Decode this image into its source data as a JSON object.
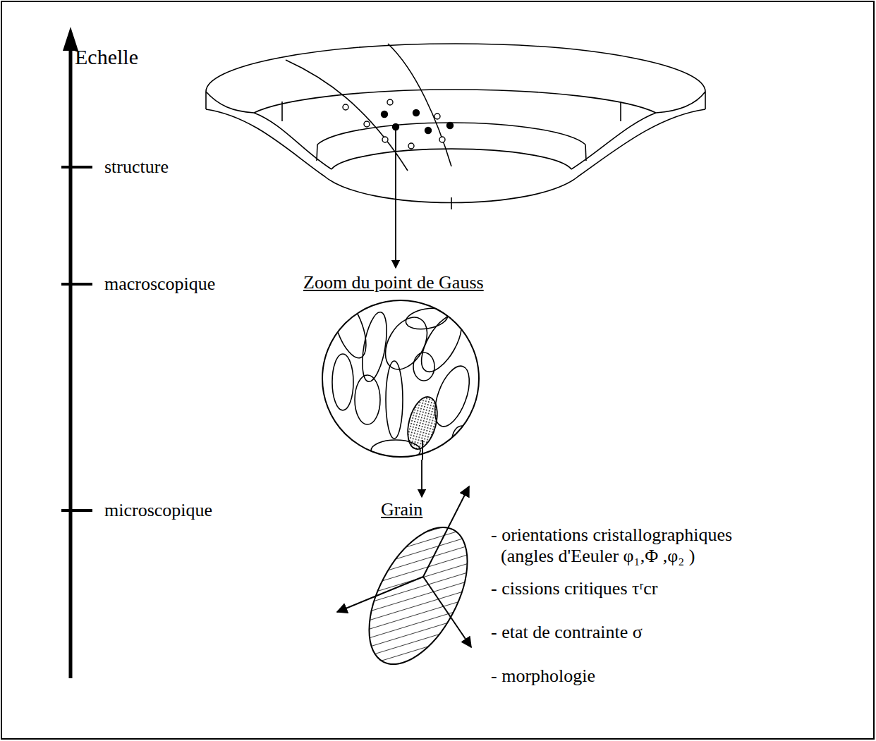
{
  "diagram": {
    "nodes": [
      {
        "text": [
          "Zoom du point de Gauss"
        ]
      },
      {
        "text": [
          "Grain"
        ]
      }
    ],
    "edges": [
      {
        "from": 0,
        "to": 1,
        "arrow": "to"
      }
    ],
    "labels": [
      "Echelle",
      "structure",
      "macroscopique",
      "microscopique",
      "- orientations cristallographiques (angles d'Eeuler φ₁,Φ ,φ₂ )",
      "- cissions critiques τʳcr",
      "- etat de contrainte σ",
      "- morphologie"
    ]
  }
}
